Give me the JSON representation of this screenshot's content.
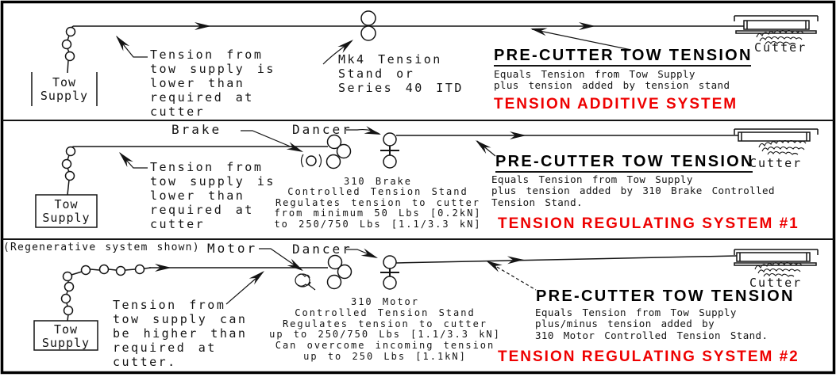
{
  "colors": {
    "ink": "#141414",
    "accent_red": "#ee0000",
    "background": "#ffffff"
  },
  "bands": {
    "additive": {
      "supply_label": "Tow\nSupply",
      "supply_note": "Tension from\ntow supply is\nlower than\nrequired at\ncutter",
      "stand_note": "Mk4 Tension\nStand or\nSeries 40 ITD",
      "heading": "PRE-CUTTER TOW TENSION",
      "heading_body": "Equals Tension from Tow Supply\nplus tension added by tension stand",
      "system_title": "TENSION ADDITIVE SYSTEM",
      "cutter_label": "Cutter"
    },
    "regulating1": {
      "brake_label": "Brake",
      "dancer_label": "Dancer",
      "supply_label": "Tow\nSupply",
      "supply_note": "Tension from\ntow supply is\nlower than\nrequired at\ncutter",
      "stand_note": "310 Brake\nControlled Tension Stand\nRegulates tension to cutter\nfrom minimum 50 Lbs [0.2kN]\nto 250/750 Lbs [1.1/3.3 kN]",
      "heading": "PRE-CUTTER TOW TENSION",
      "heading_body": "Equals Tension from Tow Supply\nplus tension added by 310 Brake Controlled\nTension Stand.",
      "system_title": "TENSION REGULATING SYSTEM #1",
      "cutter_label": "Cutter"
    },
    "regulating2": {
      "regen_note": "(Regenerative system shown)",
      "motor_label": "Motor",
      "dancer_label": "Dancer",
      "supply_label": "Tow\nSupply",
      "supply_note": "Tension from\ntow supply can\nbe higher than\nrequired at\ncutter.",
      "stand_note": "310 Motor\nControlled Tension Stand\nRegulates tension to cutter\nup to 250/750 Lbs [1.1/3.3 kN]\nCan overcome incoming tension\nup to 250 Lbs [1.1kN]",
      "heading": "PRE-CUTTER TOW TENSION",
      "heading_body": "Equals Tension from Tow Supply\nplus/minus tension added by\n310 Motor Controlled Tension Stand.",
      "system_title": "TENSION REGULATING SYSTEM #2",
      "cutter_label": "Cutter"
    }
  }
}
